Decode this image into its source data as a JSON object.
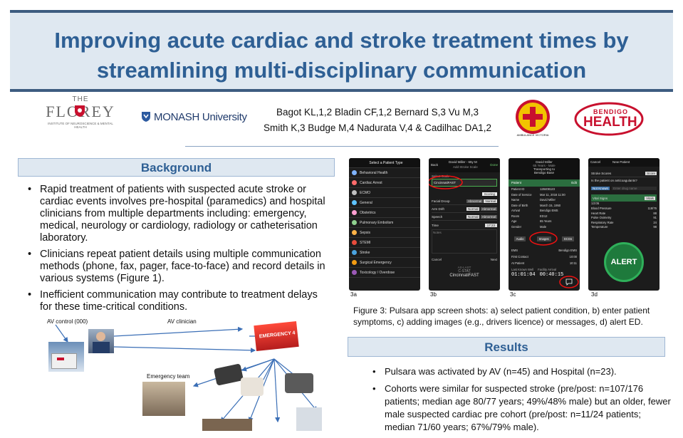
{
  "header": {
    "title_line1": "Improving acute cardiac and stroke treatment times by",
    "title_line2": "streamlining multi-disciplinary communication"
  },
  "authors": {
    "line1": "Bagot KL,1,2 Bladin CF,1,2 Bernard S,3 Vu M,3",
    "line2": "Smith K,3 Budge M,4 Nadurata V,4 & Cadilhac DA1,2"
  },
  "logos": {
    "florey_small": "THE",
    "florey_main": "FLOREY",
    "florey_sub": "INSTITUTE OF NEUROSCIENCE & MENTAL HEALTH",
    "monash": "MONASH University",
    "ambulance_text": "AMBULANCE VICTORIA",
    "bendigo_top": "BENDIGO",
    "bendigo_bottom": "HEALTH"
  },
  "background": {
    "heading": "Background",
    "bullets": [
      "Rapid treatment of patients with suspected acute stroke or cardiac events involves pre-hospital (paramedics) and hospital clinicians from multiple departments including: emergency, medical, neurology or cardiology, radiology or catheterisation laboratory.",
      "Clinicians repeat patient details using multiple communication methods (phone, fax, pager, face-to-face) and record details in various systems (Figure 1).",
      "Inefficient communication may contribute to treatment delays for these time-critical conditions."
    ]
  },
  "figure1": {
    "av_control": "AV control (000)",
    "av_clinician": "AV clinician",
    "emergency_team": "Emergency team",
    "emergency_sign": "EMERGENCY 4"
  },
  "screens": {
    "a": {
      "label": "3a",
      "header": "Select a Patient Type",
      "items": [
        "Behavioral Health",
        "Cardiac Arrest",
        "ECMO",
        "General",
        "Obstetrics",
        "Pulmonary Embolism",
        "Sepsis",
        "STEMI",
        "Stroke",
        "Surgical Emergency",
        "Toxicology / Overdose"
      ]
    },
    "b": {
      "label": "3b",
      "back": "Back",
      "patient": "David Miller - 65y M",
      "sub": "Add Stroke Scale",
      "done": "Done",
      "select_scale": "Select Scale",
      "scale_value": "CincinnatiFAST",
      "scoring": "Scoring",
      "rows": [
        {
          "name": "Facial Droop",
          "a": "Abnormal",
          "b": "Normal"
        },
        {
          "name": "Arm Drift",
          "a": "Normal",
          "b": "Abnormal"
        },
        {
          "name": "Speech",
          "a": "Normal",
          "b": "Abnormal"
        }
      ],
      "time_label": "Time",
      "time_value": "17:23",
      "notes": "Notes",
      "cancel": "Cancel",
      "next": "Next",
      "bottom1": "AS-LAST",
      "bottom2": "C-STAT",
      "bottom3": "CincinnatiFAST"
    },
    "c": {
      "label": "3c",
      "name": "David Miller",
      "age": "65 Years - Male",
      "transporting": "Transporting to",
      "dest": "Bendigo Base",
      "section": "Patient",
      "edit": "Edit",
      "fields": [
        {
          "k": "Patient ID",
          "v": "128408123"
        },
        {
          "k": "Date of Service",
          "v": "Mar 11, 2016 11:00"
        },
        {
          "k": "Name",
          "v": "David Miller"
        },
        {
          "k": "Date of Birth",
          "v": "March 15, 1950"
        },
        {
          "k": "Arrival",
          "v": "Bendigo EMS"
        },
        {
          "k": "Room",
          "v": "ED12"
        },
        {
          "k": "Age",
          "v": "65 Years"
        },
        {
          "k": "Gender",
          "v": "Male"
        }
      ],
      "audio": "Audio",
      "images": "Images",
      "ecgs": "ECGs",
      "ems": "EMS",
      "ems_value": "Bendigo EMS",
      "first_contact": "First Contact",
      "first_contact_time": "10:00",
      "at_patient": "At Patient",
      "at_patient_time": "10:11",
      "last_known": "Last Known Well",
      "facility": "Facility Arrival",
      "last_known_timer": "01:01:04",
      "facility_timer": "00:40:15"
    },
    "d": {
      "label": "3d",
      "cancel": "Cancel",
      "title": "New Patient",
      "stroke_scores": "Stroke Scores",
      "score_btn": "Score",
      "anticoag_q": "Is the patient on anticoagulants?",
      "not_known": "Not Known",
      "drug_placeholder": "Enter drug name",
      "vitals": "Vital Signs",
      "vitals_btn": "Vitals",
      "vitals_time": "13:05",
      "vital_rows": [
        {
          "k": "Blood Pressure",
          "v": "118/76"
        },
        {
          "k": "Heart Rate",
          "v": "88"
        },
        {
          "k": "Pulse Oximetry",
          "v": "91"
        },
        {
          "k": "Respiratory Rate",
          "v": "24"
        },
        {
          "k": "Temperature",
          "v": "98"
        }
      ],
      "alert": "ALERT"
    }
  },
  "figure3": {
    "caption": "Figure 3: Pulsara app screen shots: a) select patient condition, b) enter patient symptoms, c) adding images (e.g., drivers licence) or messages, d) alert ED."
  },
  "results": {
    "heading": "Results",
    "bullets": [
      "Pulsara was activated by AV (n=45) and Hospital (n=23).",
      "Cohorts were similar for suspected stroke (pre/post: n=107/176 patients; median age 80/77 years; 49%/48% male) but an older, fewer male suspected cardiac pre cohort (pre/post: n=11/24 patients; median 71/60 years; 67%/79% male)."
    ]
  },
  "colors": {
    "title_blue": "#2e5f94",
    "band": "#dfe8f1",
    "bendigo_red": "#c8102e",
    "florey_red": "#c8102e"
  }
}
